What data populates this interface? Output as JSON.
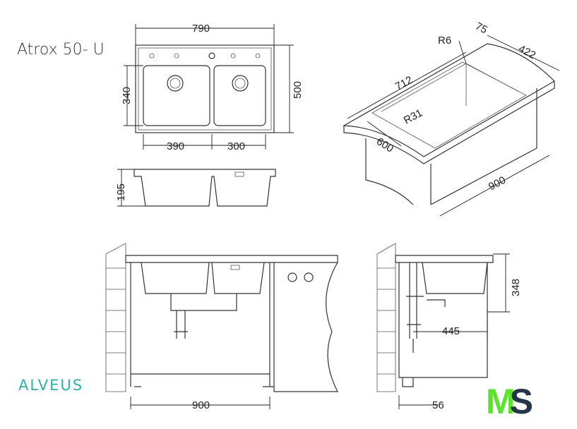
{
  "title": "Atrox 50- U",
  "brand": "ALVEUS",
  "watermark": {
    "m": "M",
    "s": "S",
    "m_color": "#5be22a",
    "s_color": "#263446"
  },
  "dimensions": {
    "top_width": "790",
    "bowl_height": "340",
    "total_depth": "500",
    "left_bowl": "390",
    "right_bowl": "300",
    "bowl_depth": "195",
    "iso_edge": "75",
    "iso_depth": "422",
    "iso_radius_small": "R6",
    "iso_length": "712",
    "iso_radius_large": "R31",
    "iso_width": "600",
    "iso_cabinet": "900",
    "side_height": "348",
    "side_drain": "445",
    "front_cabinet": "900",
    "side_cabinet": "56"
  },
  "accent": "#2bb3a8"
}
